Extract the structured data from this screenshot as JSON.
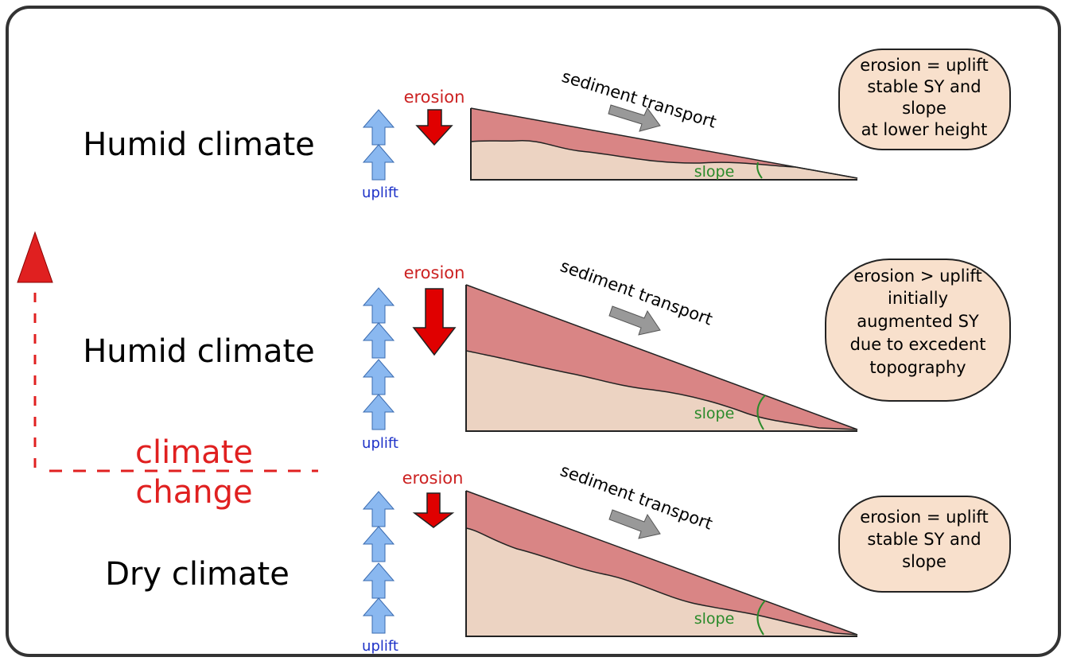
{
  "colors": {
    "frame": "#333333",
    "uplift": "#8ab8f0",
    "uplift_stroke": "#3a6bb0",
    "uplift_text": "#1e32c8",
    "erosion": "#e00000",
    "erosion_text": "#cc2222",
    "eroded_layer": "#d98585",
    "bedrock": "#ecd3c2",
    "slope_text": "#2a8a2a",
    "transport_arrow": "#999999",
    "bubble_fill": "#f8e0cc",
    "climate_change": "#e02020"
  },
  "panels": [
    {
      "climate_label": "Humid climate",
      "uplift_label": "uplift",
      "erosion_label": "erosion",
      "transport_label": "sediment transport",
      "slope_label": "slope",
      "summary": [
        "erosion = uplift",
        "stable SY and",
        "slope",
        "at lower height"
      ]
    },
    {
      "climate_label": "Humid climate",
      "uplift_label": "uplift",
      "erosion_label": "erosion",
      "transport_label": "sediment transport",
      "slope_label": "slope",
      "summary": [
        "erosion > uplift",
        "initially",
        "augmented SY",
        "due to excedent",
        "topography"
      ]
    },
    {
      "climate_label": "Dry climate",
      "uplift_label": "uplift",
      "erosion_label": "erosion",
      "transport_label": "sediment transport",
      "slope_label": "slope",
      "summary": [
        "erosion = uplift",
        "stable SY and",
        "slope"
      ]
    }
  ],
  "climate_change": [
    "climate",
    "change"
  ]
}
